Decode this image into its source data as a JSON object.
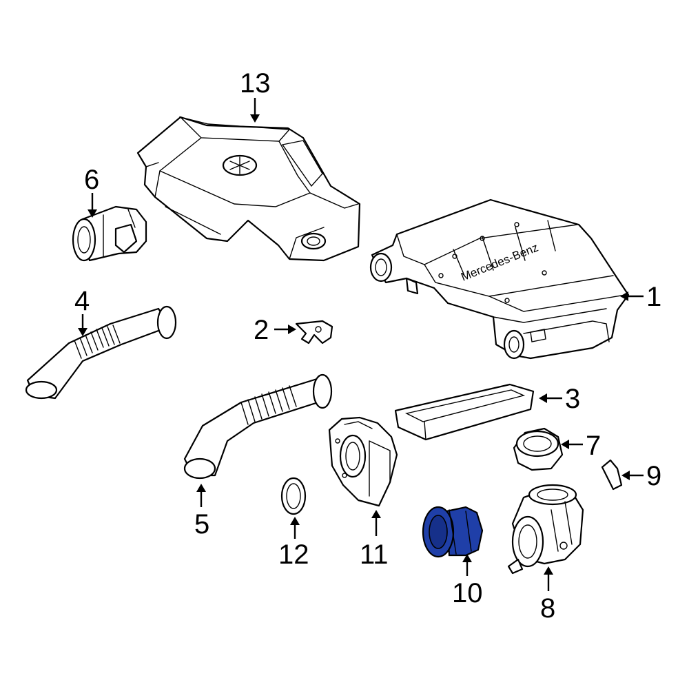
{
  "callouts": {
    "c1": "1",
    "c2": "2",
    "c3": "3",
    "c4": "4",
    "c5": "5",
    "c6": "6",
    "c7": "7",
    "c8": "8",
    "c9": "9",
    "c10": "10",
    "c11": "11",
    "c12": "12",
    "c13": "13"
  },
  "brand_text": "Mercedes-Benz",
  "highlighted_part": "10",
  "colors": {
    "highlight": "#1f3fa8",
    "line": "#000000",
    "background": "#ffffff"
  }
}
